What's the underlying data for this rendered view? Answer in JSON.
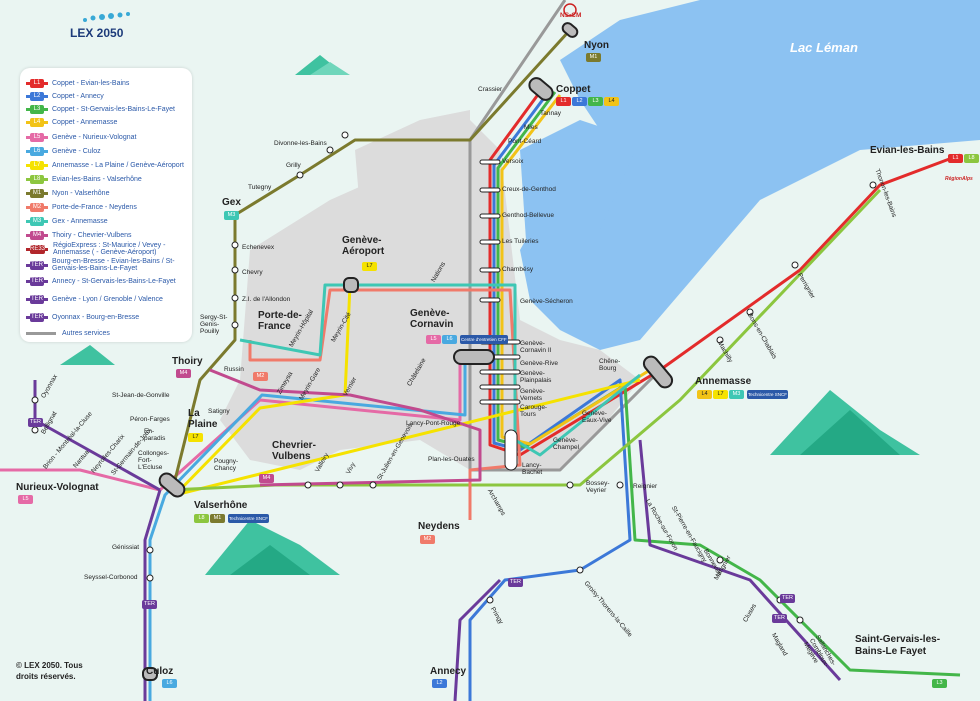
{
  "brand": {
    "name": "LEX 2050"
  },
  "lake": {
    "name": "Lac Léman"
  },
  "copyright": "© LEX 2050. Tous droits réservés.",
  "colors": {
    "L1": "#e32b2b",
    "L2": "#3c78d8",
    "L3": "#43b649",
    "L4": "#f2c317",
    "L5": "#e56aa6",
    "L6": "#49a9e0",
    "L7": "#f5e200",
    "L8": "#8cc63f",
    "M1": "#7b7a2e",
    "M2": "#f07a6a",
    "M3": "#3ec7b4",
    "M4": "#c14a8e",
    "RE33": "#b2262b",
    "TER": "#6a3a9a",
    "service": "#999999"
  },
  "legend": [
    {
      "code": "L1",
      "label": "Coppet - Evian-les-Bains"
    },
    {
      "code": "L2",
      "label": "Coppet - Annecy"
    },
    {
      "code": "L3",
      "label": "Coppet - St-Gervais-les-Bains-Le-Fayet"
    },
    {
      "code": "L4",
      "label": "Coppet - Annemasse"
    },
    {
      "code": "L5",
      "label": "Genève - Nurieux-Volognat"
    },
    {
      "code": "L6",
      "label": "Genève - Culoz"
    },
    {
      "code": "L7",
      "label": "Annemasse - La Plaine / Genève-Aéroport"
    },
    {
      "code": "L8",
      "label": "Evian-les-Bains - Valserhône"
    },
    {
      "code": "M1",
      "label": "Nyon - Valserhône"
    },
    {
      "code": "M2",
      "label": "Porte-de-France - Neydens"
    },
    {
      "code": "M3",
      "label": "Gex - Annemasse"
    },
    {
      "code": "M4",
      "label": "Thoiry - Chevrier-Vulbens"
    },
    {
      "code": "RE33",
      "label": "RégioExpress : St-Maurice / Vevey - Annemasse ( - Genève-Aéroport)"
    },
    {
      "code": "TER",
      "label": "Bourg-en-Bresse - Evian-les-Bains / St-Gervais-les-Bains-Le-Fayet"
    },
    {
      "code": "TER",
      "label": "Annecy - St-Gervais-les-Bains-Le-Fayet"
    },
    {
      "code": "TER",
      "label": "Genève - Lyon / Grenoble / Valence"
    },
    {
      "code": "TER",
      "label": "Oyonnax - Bourg-en-Bresse"
    },
    {
      "code": "",
      "label": "Autres services"
    }
  ],
  "cities": [
    {
      "name": "Nyon",
      "badges": [
        "M1"
      ]
    },
    {
      "name": "Coppet",
      "badges": [
        "L1",
        "L2",
        "L3",
        "L4"
      ]
    },
    {
      "name": "Gex",
      "badges": [
        "M3"
      ]
    },
    {
      "name": "Genève-Aéroport",
      "badges": [
        "L7"
      ]
    },
    {
      "name": "Genève-Cornavin",
      "badges": [
        "L5",
        "L6"
      ],
      "extra": "Centre d'entretien CFF"
    },
    {
      "name": "Porte-de-France",
      "badges": [
        "M2"
      ]
    },
    {
      "name": "Thoiry",
      "badges": [
        "M4"
      ]
    },
    {
      "name": "La Plaine",
      "badges": [
        "L7"
      ]
    },
    {
      "name": "Chevrier-Vulbens",
      "badges": [
        "M4"
      ]
    },
    {
      "name": "Valserhône",
      "badges": [
        "L8",
        "M1"
      ],
      "extra": "Technicentre SNCF"
    },
    {
      "name": "Nurieux-Volognat",
      "badges": [
        "L5"
      ]
    },
    {
      "name": "Neydens",
      "badges": [
        "M2"
      ]
    },
    {
      "name": "Annemasse",
      "badges": [
        "L4",
        "L7",
        "M3"
      ],
      "extra": "Technicentre SNCF"
    },
    {
      "name": "Evian-les-Bains",
      "badges": [
        "L1",
        "L8"
      ]
    },
    {
      "name": "Annecy",
      "badges": [
        "L2"
      ]
    },
    {
      "name": "Culoz",
      "badges": [
        "L6"
      ]
    },
    {
      "name": "Saint-Gervais-les-Bains-Le Fayet",
      "badges": [
        "L3"
      ]
    }
  ],
  "stations": [
    "Crassier",
    "Mies",
    "Tannay",
    "Pont-Céard",
    "Versoix",
    "Creux-de-Genthod",
    "Genthod-Bellevue",
    "Les Tuileries",
    "Chambésy",
    "Genève-Sécheron",
    "Genève-Cornavin II",
    "Genève-Rive",
    "Genève-Plainpalais",
    "Genève-Vernets",
    "Carouge-Tours",
    "Genève-Eaux-Vive",
    "Genève-Champel",
    "Chêne-Bourg",
    "Lancy-Bachet",
    "Lancy-Pont-Rouge",
    "Plan-les-Ouates",
    "Archamps",
    "Bossey-Veyrier",
    "Reignier",
    "La Roche-sur-Foron",
    "St-Pierre-en-Faucigny",
    "Bonneville",
    "Marignier",
    "Cluses",
    "Magland",
    "Sallanches-Combloux-Megève",
    "Thonon-les-Bains",
    "Perrignier",
    "Bons-en-Chablais",
    "Machilly",
    "Divonne-les-Bains",
    "Grilly",
    "Tutegny",
    "Echenevex",
    "Chevry",
    "Z.I. de l'Allondon",
    "Sergy-St-Genis-Pouilly",
    "Meyrin-Hôpital",
    "Meyrin-Cité",
    "Nations",
    "Châtelaine",
    "Zimeysa",
    "Meyrin-Gare",
    "Vernier",
    "Russin",
    "Satigny",
    "St-Jean-de-Gonville",
    "Péron-Farges",
    "En-paradis",
    "Collonges-Fort-L'Ecluse",
    "Pougny-Chancy",
    "Valleiry",
    "Vivy",
    "St-Julien-en-Genevois",
    "Génissiat",
    "Seyssel-Corbonod",
    "Oyonnax",
    "Bellignat",
    "Brion - Montréal-la-Cluse",
    "Nantua",
    "Neyrolles-Charix",
    "St-Germain-de-Joux",
    "Groisy-Thorens-la-Caille",
    "Pringy"
  ],
  "logos": {
    "ns": "NS•CM",
    "regionalps": "RégionAlps"
  }
}
